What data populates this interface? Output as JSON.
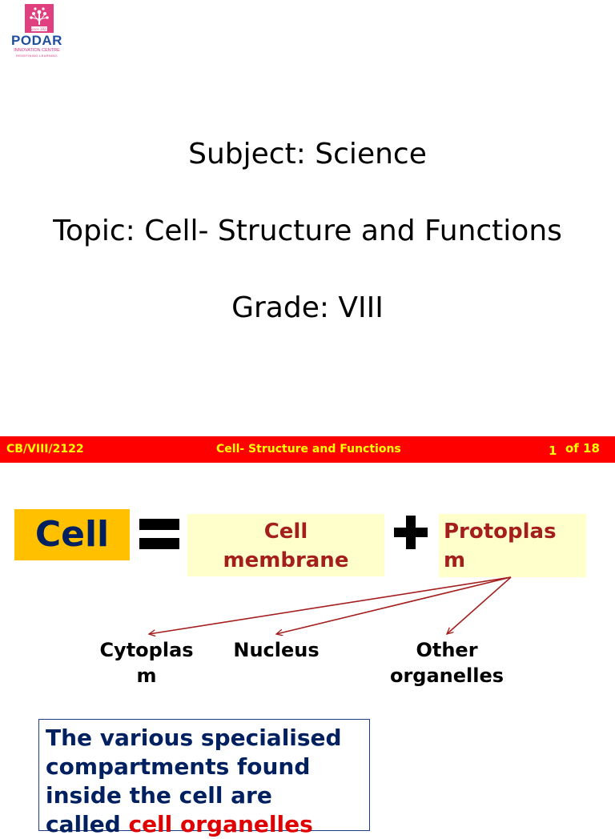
{
  "logo": {
    "since": "Since 1927",
    "name": "PODAR",
    "subtitle": "INNOVATION CENTRE",
    "tagline": "REDEFINING LEARNING"
  },
  "title_slide": {
    "subject": "Subject: Science",
    "topic": "Topic: Cell- Structure and Functions",
    "grade": "Grade: VIII"
  },
  "footer": {
    "code": "CB/VIII/2122",
    "title": "Cell- Structure and Functions",
    "page_number": "1",
    "page_total": "of 18"
  },
  "slide2": {
    "cell_label": "Cell",
    "membrane_line1": "Cell",
    "membrane_line2": "membrane",
    "protoplasm_line1": "Protoplas",
    "protoplasm_line2": "m",
    "cytoplasm_line1": "Cytoplas",
    "cytoplasm_line2": "m",
    "nucleus": "Nucleus",
    "organelles_line1": "Other",
    "organelles_line2": "organelles",
    "desc_line1": "The various specialised",
    "desc_line2": "compartments found",
    "desc_line3": "inside the cell are",
    "desc_line4_start": "called ",
    "desc_line4_red": "cell organelles"
  },
  "colors": {
    "footer_bg": "#ff0000",
    "footer_text": "#ffff00",
    "cell_box": "#ffc000",
    "label_box": "#ffffcc",
    "label_text": "#a51e1e",
    "navy": "#002060"
  }
}
